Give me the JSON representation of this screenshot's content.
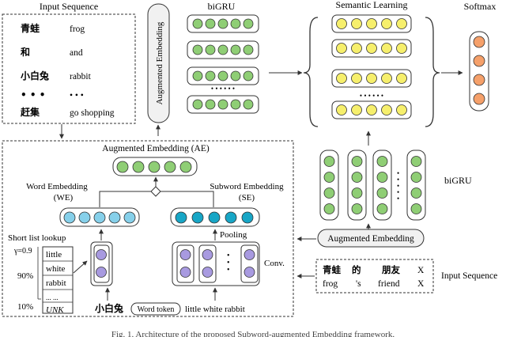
{
  "input_sequence_title": "Input Sequence",
  "bigru_top_label": "biGRU",
  "semantic_learning_label": "Semantic Learning",
  "softmax_label": "Softmax",
  "vertical_ae_label": "Augmented Embedding",
  "input_pairs": [
    {
      "zh": "青蛙",
      "en": "frog"
    },
    {
      "zh": "和",
      "en": "and"
    },
    {
      "zh": "小白兔",
      "en": "rabbit"
    },
    {
      "zh": "• • •",
      "en": "• • •"
    },
    {
      "zh": "赶集",
      "en": "go shopping"
    }
  ],
  "ae_title": "Augmented Embedding (AE)",
  "we_label_1": "Word Embedding",
  "we_label_2": "(WE)",
  "se_label_1": "Subword Embedding",
  "se_label_2": "(SE)",
  "pooling_label": "Pooling",
  "conv_label": "Conv.",
  "shortlist_title": "Short list lookup",
  "gamma_label": "γ=0.9",
  "shortlist_words": [
    "little",
    "white",
    "rabbit",
    "... ...",
    "UNK"
  ],
  "pct_90": "90%",
  "pct_10": "10%",
  "bottom_zh": "小白兔",
  "word_token_label": "Word token",
  "bottom_en": "little white rabbit",
  "ae_box_label": "Augmented Embedding",
  "bigru_right_label": "biGRU",
  "input_seq2_zh": [
    "青蛙",
    "的",
    "朋友",
    "X"
  ],
  "input_seq2_en": [
    "frog",
    "'s",
    "friend",
    "X"
  ],
  "input_seq2_label": "Input Sequence",
  "dots_label": "• • • • • •",
  "vdots_label": "•",
  "caption": "Fig. 1. Architecture of the proposed Subword-augmented Embedding framework.",
  "colors": {
    "green": "#8fce75",
    "yellow": "#f6ef6c",
    "orange": "#f5a06a",
    "lightblue": "#86d0ea",
    "teal": "#17a6c6",
    "purple": "#a89ae0",
    "boxfill": "#f1f1f1"
  }
}
